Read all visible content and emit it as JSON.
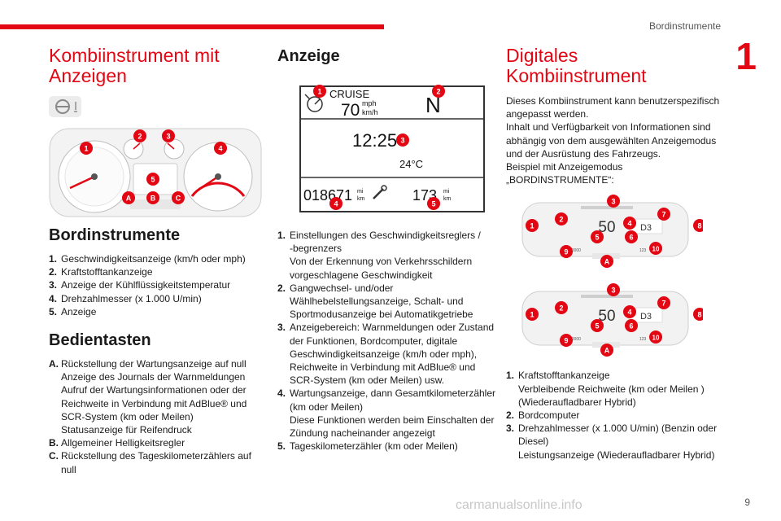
{
  "header": {
    "section_title": "Bordinstrumente",
    "chapter_number": "1"
  },
  "footer": {
    "page_number": "9",
    "watermark": "carmanualsonline.info"
  },
  "left": {
    "title_line1": "Kombiinstrument mit",
    "title_line2": "Anzeigen",
    "badges": [
      "1",
      "2",
      "3",
      "4",
      "5",
      "A",
      "B",
      "C"
    ],
    "section1_title": "Bordinstrumente",
    "section1_items": [
      {
        "n": "1.",
        "t": "Geschwindigkeitsanzeige (km/h oder mph)"
      },
      {
        "n": "2.",
        "t": "Kraftstofftankanzeige"
      },
      {
        "n": "3.",
        "t": "Anzeige der Kühlflüssigkeitstemperatur"
      },
      {
        "n": "4.",
        "t": "Drehzahlmesser (x 1.000 U/min)"
      },
      {
        "n": "5.",
        "t": "Anzeige"
      }
    ],
    "section2_title": "Bedientasten",
    "section2_items": [
      {
        "n": "A.",
        "t": "Rückstellung der Wartungsanzeige auf null\nAnzeige des Journals der Warnmeldungen\nAufruf der Wartungsinformationen oder der\nReichweite in Verbindung mit AdBlue® und\nSCR-System (km oder Meilen)\nStatusanzeige für Reifendruck"
      },
      {
        "n": "B.",
        "t": "Allgemeiner Helligkeitsregler"
      },
      {
        "n": "C.",
        "t": "Rückstellung des Tageskilometerzählers auf\nnull"
      }
    ]
  },
  "middle": {
    "title": "Anzeige",
    "display": {
      "cruise": "CRUISE",
      "speed": "70",
      "unit_top": "mph",
      "unit_bottom": "km/h",
      "gear": "N",
      "clock": "12:25",
      "temperature": "24°C",
      "odometer": "018671",
      "trip": "173",
      "dist_unit_top": "mi",
      "dist_unit_bottom": "km",
      "badges": [
        "1",
        "2",
        "3",
        "4",
        "5"
      ]
    },
    "items": [
      {
        "n": "1.",
        "t": "Einstellungen des Geschwindigkeitsreglers /\n-begrenzers\nVon der Erkennung von Verkehrsschildern\nvorgeschlagene Geschwindigkeit"
      },
      {
        "n": "2.",
        "t": "Gangwechsel- und/oder\nWählhebelstellungsanzeige, Schalt- und\nSportmodusanzeige bei Automatikgetriebe"
      },
      {
        "n": "3.",
        "t": "Anzeigebereich: Warnmeldungen oder Zustand\nder Funktionen, Bordcomputer, digitale\nGeschwindigkeitsanzeige (km/h oder mph),\nReichweite in Verbindung mit AdBlue® und\nSCR-System (km oder Meilen) usw."
      },
      {
        "n": "4.",
        "t": "Wartungsanzeige, dann Gesamtkilometerzähler\n(km oder Meilen)\nDiese Funktionen werden beim Einschalten der\nZündung nacheinander angezeigt"
      },
      {
        "n": "5.",
        "t": "Tageskilometerzähler (km oder Meilen)"
      }
    ]
  },
  "right": {
    "title": "Digitales Kombiinstrument",
    "intro": "Dieses Kombiinstrument kann benutzerspezifisch\nangepasst werden.\nInhalt und Verfügbarkeit von Informationen sind\nabhängig von dem ausgewählten Anzeigemodus\nund der Ausrüstung des Fahrzeugs.\nBeispiel mit Anzeigemodus\n„BORDINSTRUMENTE“:",
    "cluster": {
      "speed": "50",
      "gear": "D3",
      "odo": "20000",
      "trip": "123"
    },
    "badges": [
      "1",
      "2",
      "3",
      "4",
      "5",
      "6",
      "7",
      "8",
      "9",
      "10",
      "A"
    ],
    "items": [
      {
        "n": "1.",
        "t": "Kraftstofftankanzeige\nVerbleibende Reichweite (km oder Meilen )\n(Wiederaufladbarer Hybrid)"
      },
      {
        "n": "2.",
        "t": "Bordcomputer"
      },
      {
        "n": "3.",
        "t": "Drehzahlmesser (x 1.000 U/min) (Benzin oder\nDiesel)\nLeistungsanzeige (Wiederaufladbarer Hybrid)"
      }
    ]
  },
  "colors": {
    "accent": "#e30613",
    "text": "#1a1a1a",
    "muted": "#555555"
  }
}
